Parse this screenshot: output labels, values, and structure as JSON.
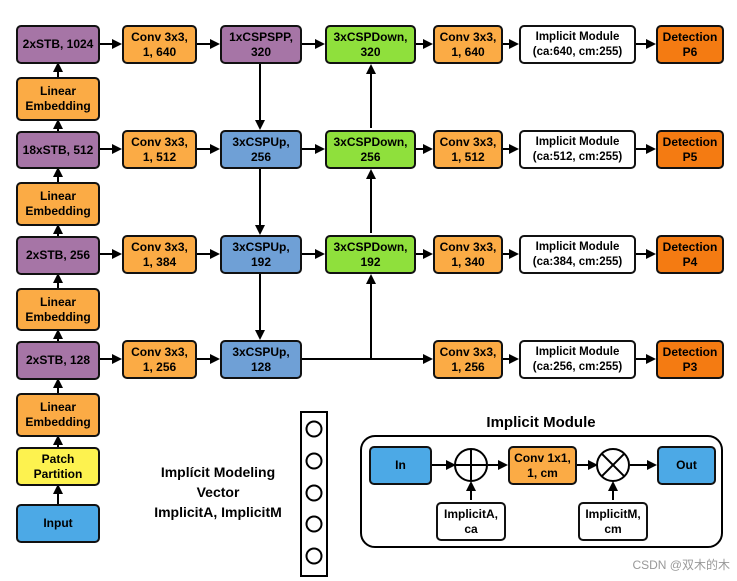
{
  "backbone": {
    "stb1024": "2xSTB, 1024",
    "emb3_l1": "Linear",
    "emb3_l2": "Embedding",
    "stb512": "18xSTB, 512",
    "emb2_l1": "Linear",
    "emb2_l2": "Embedding",
    "stb256": "2xSTB, 256",
    "emb1_l1": "Linear",
    "emb1_l2": "Embedding",
    "stb128": "2xSTB, 128",
    "emb0_l1": "Linear",
    "emb0_l2": "Embedding",
    "patch_l1": "Patch",
    "patch_l2": "Partition",
    "input": "Input"
  },
  "rows": [
    {
      "conv_l1": "Conv 3x3,",
      "conv_l2": "1, 640",
      "mid_l1": "1xCSPSPP,",
      "mid_l2": "320",
      "down_l1": "3xCSPDown,",
      "down_l2": "320",
      "conv2_l1": "Conv 3x3,",
      "conv2_l2": "1, 640",
      "imp_l1": "Implicit Module",
      "imp_l2": "(ca:640, cm:255)",
      "det_l1": "Detection",
      "det_l2": "P6"
    },
    {
      "conv_l1": "Conv 3x3,",
      "conv_l2": "1, 512",
      "mid_l1": "3xCSPUp,",
      "mid_l2": "256",
      "down_l1": "3xCSPDown,",
      "down_l2": "256",
      "conv2_l1": "Conv 3x3,",
      "conv2_l2": "1, 512",
      "imp_l1": "Implicit Module",
      "imp_l2": "(ca:512, cm:255)",
      "det_l1": "Detection",
      "det_l2": "P5"
    },
    {
      "conv_l1": "Conv 3x3,",
      "conv_l2": "1, 384",
      "mid_l1": "3xCSPUp,",
      "mid_l2": "192",
      "down_l1": "3xCSPDown,",
      "down_l2": "192",
      "conv2_l1": "Conv 3x3,",
      "conv2_l2": "1, 340",
      "imp_l1": "Implicit Module",
      "imp_l2": "(ca:384, cm:255)",
      "det_l1": "Detection",
      "det_l2": "P4"
    },
    {
      "conv_l1": "Conv 3x3,",
      "conv_l2": "1, 256",
      "mid_l1": "3xCSPUp,",
      "mid_l2": "128",
      "conv2_l1": "Conv 3x3,",
      "conv2_l2": "1, 256",
      "imp_l1": "Implicit Module",
      "imp_l2": "(ca:256, cm:255)",
      "det_l1": "Detection",
      "det_l2": "P3"
    }
  ],
  "vector": {
    "l1": "Implícit Modeling",
    "l2": "Vector",
    "l3": "ImplicitA, ImplicitM"
  },
  "implicit_module": {
    "title": "Implicit Module",
    "in": "In",
    "conv_l1": "Conv 1x1,",
    "conv_l2": "1, cm",
    "out": "Out",
    "a_l1": "ImplicitA,",
    "a_l2": "ca",
    "m_l1": "ImplicitM,",
    "m_l2": "cm"
  },
  "watermark": "CSDN @双木的木"
}
